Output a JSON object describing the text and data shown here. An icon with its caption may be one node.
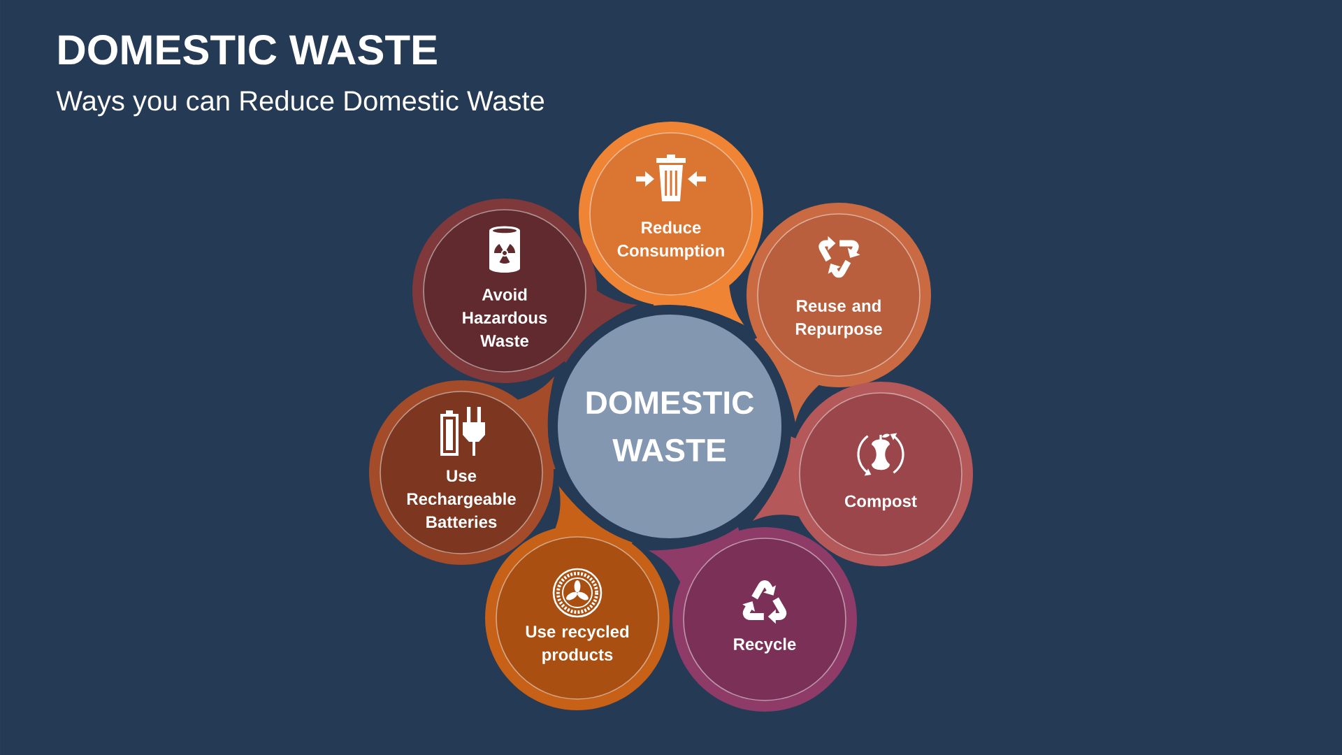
{
  "diagram": {
    "title": "DOMESTIC WASTE",
    "nodes": [
      {
        "text": [
          "DOMESTIC WASTE"
        ]
      },
      {
        "text": [
          "Reduce Consumption"
        ]
      },
      {
        "text": [
          "Reuse and Repurpose"
        ]
      },
      {
        "text": [
          "Compost"
        ]
      },
      {
        "text": [
          "Recycle"
        ]
      },
      {
        "text": [
          "Use recycled products"
        ]
      },
      {
        "text": [
          "Use Rechargeable Batteries"
        ]
      },
      {
        "text": [
          "Avoid Hazardous Waste"
        ]
      }
    ],
    "labels": [
      "Ways you can Reduce Domestic Waste"
    ]
  }
}
